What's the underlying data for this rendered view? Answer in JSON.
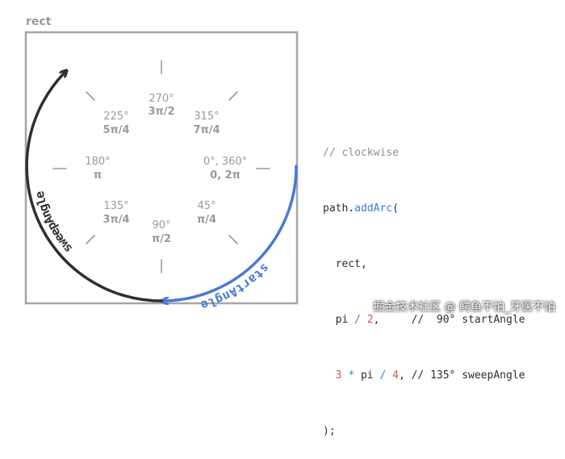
{
  "rect_label": "rect",
  "angles": {
    "a0": {
      "deg": "0°, 360°",
      "rad": "0, 2π"
    },
    "a45": {
      "deg": "45°",
      "rad": "π/4"
    },
    "a90": {
      "deg": "90°",
      "rad": "π/2"
    },
    "a135": {
      "deg": "135°",
      "rad": "3π/4"
    },
    "a180": {
      "deg": "180°",
      "rad": "π"
    },
    "a225": {
      "deg": "225°",
      "rad": "5π/4"
    },
    "a270": {
      "deg": "270°",
      "rad": "3π/2"
    },
    "a315": {
      "deg": "315°",
      "rad": "7π/4"
    }
  },
  "arc_labels": {
    "start": "startAngle",
    "sweep": "sweepAngle"
  },
  "colors": {
    "start_arc": "#4a78d8",
    "sweep_arc": "#2f2f2f",
    "rect_border": "#a6a6a6",
    "tick": "#9a9a9a"
  },
  "code": {
    "comment": "// clockwise",
    "call_obj": "path.",
    "call_fn": "addArc",
    "call_open": "(",
    "arg_rect": "  rect,",
    "l3_a": "  pi ",
    "l3_op": "/",
    "l3_b": " ",
    "l3_num": "2",
    "l3_c": ",     ",
    "l3_comment": "//  90° startAngle",
    "l4_a": "  ",
    "l4_num1": "3",
    "l4_b": " ",
    "l4_op1": "*",
    "l4_c": " pi ",
    "l4_op2": "/",
    "l4_d": " ",
    "l4_num2": "4",
    "l4_e": ", ",
    "l4_comment": "// 135° sweepAngle",
    "close": ");"
  },
  "watermark": "掘金技术社区 @ 鳄鱼不怕_牙医不怕"
}
